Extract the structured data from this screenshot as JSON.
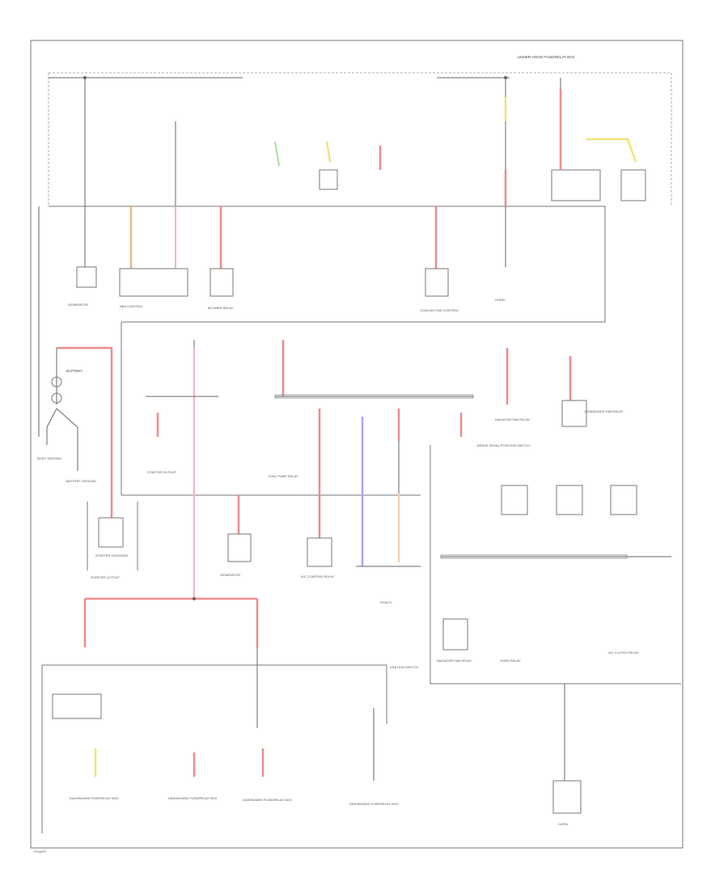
{
  "diagram": {
    "wire_colors": {
      "red": "#f08a8a",
      "pink": "#f6b4c2",
      "orange": "#f5b57a",
      "peach": "#f6cfb0",
      "yellow": "#f2e27a",
      "green": "#a8e09a",
      "blue": "#a8a8f2",
      "line": "#666666"
    },
    "labels": {
      "battery": "BATTERY",
      "body_ground": "BODY GROUND",
      "battery_ground": "BATTERY GROUND",
      "starter_cutout": "STARTER CUTOUT",
      "starter_solenoid": "STARTER SOLENOID",
      "generator": "GENERATOR",
      "generator_2": "GENERATOR",
      "abs_control": "ABS CONTROL",
      "blower_relay": "BLOWER RELAY",
      "cooling_fan_control": "COOLING FAN CONTROL",
      "horn": "HORN",
      "fuel_pump_relay": "FUEL PUMP RELAY",
      "ac_control_relay": "A/C CONTROL RELAY",
      "pgm_fi": "PGM-FI",
      "radiator_fan_relay": "RADIATOR FAN RELAY",
      "condenser_fan_relay": "CONDENSER FAN RELAY",
      "brake_pedal_switch": "BRAKE PEDAL POSITION SWITCH",
      "radiator_fan_relay_2": "RADIATOR FAN RELAY",
      "horn_relay": "HORN RELAY",
      "ac_clutch_relay": "A/C CLUTCH RELAY",
      "ignition_switch": "IGNITION SWITCH",
      "dash_fuse_1": "DASHBOARD FUSE/RELAY BOX",
      "dash_fuse_2": "DASHBOARD FUSE/RELAY BOX",
      "dash_fuse_3": "DASHBOARD FUSE/RELAY BOX",
      "dash_fuse_4": "DASHBOARD FUSE/RELAY BOX",
      "header_note": "UNDER-HOOD FUSE/RELAY BOX",
      "page_ref": "POWER"
    }
  }
}
